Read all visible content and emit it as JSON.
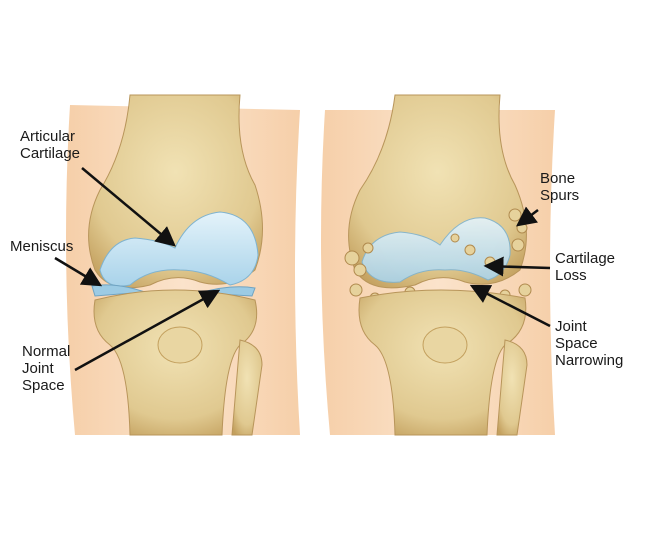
{
  "labels": {
    "articular_cartilage": [
      "Articular",
      "Cartilage"
    ],
    "meniscus": [
      "Meniscus"
    ],
    "normal_joint_space": [
      "Normal",
      "Joint",
      "Space"
    ],
    "bone_spurs": [
      "Bone",
      "Spurs"
    ],
    "cartilage_loss": [
      "Cartilage",
      "Loss"
    ],
    "joint_space_narrowing": [
      "Joint",
      "Space",
      "Narrowing"
    ]
  },
  "colors": {
    "skin": "#f6cfa9",
    "bone": "#e3cf9a",
    "bone_shadow": "#c8a868",
    "cartilage": "#bfe0f0",
    "arrow": "#111111"
  }
}
